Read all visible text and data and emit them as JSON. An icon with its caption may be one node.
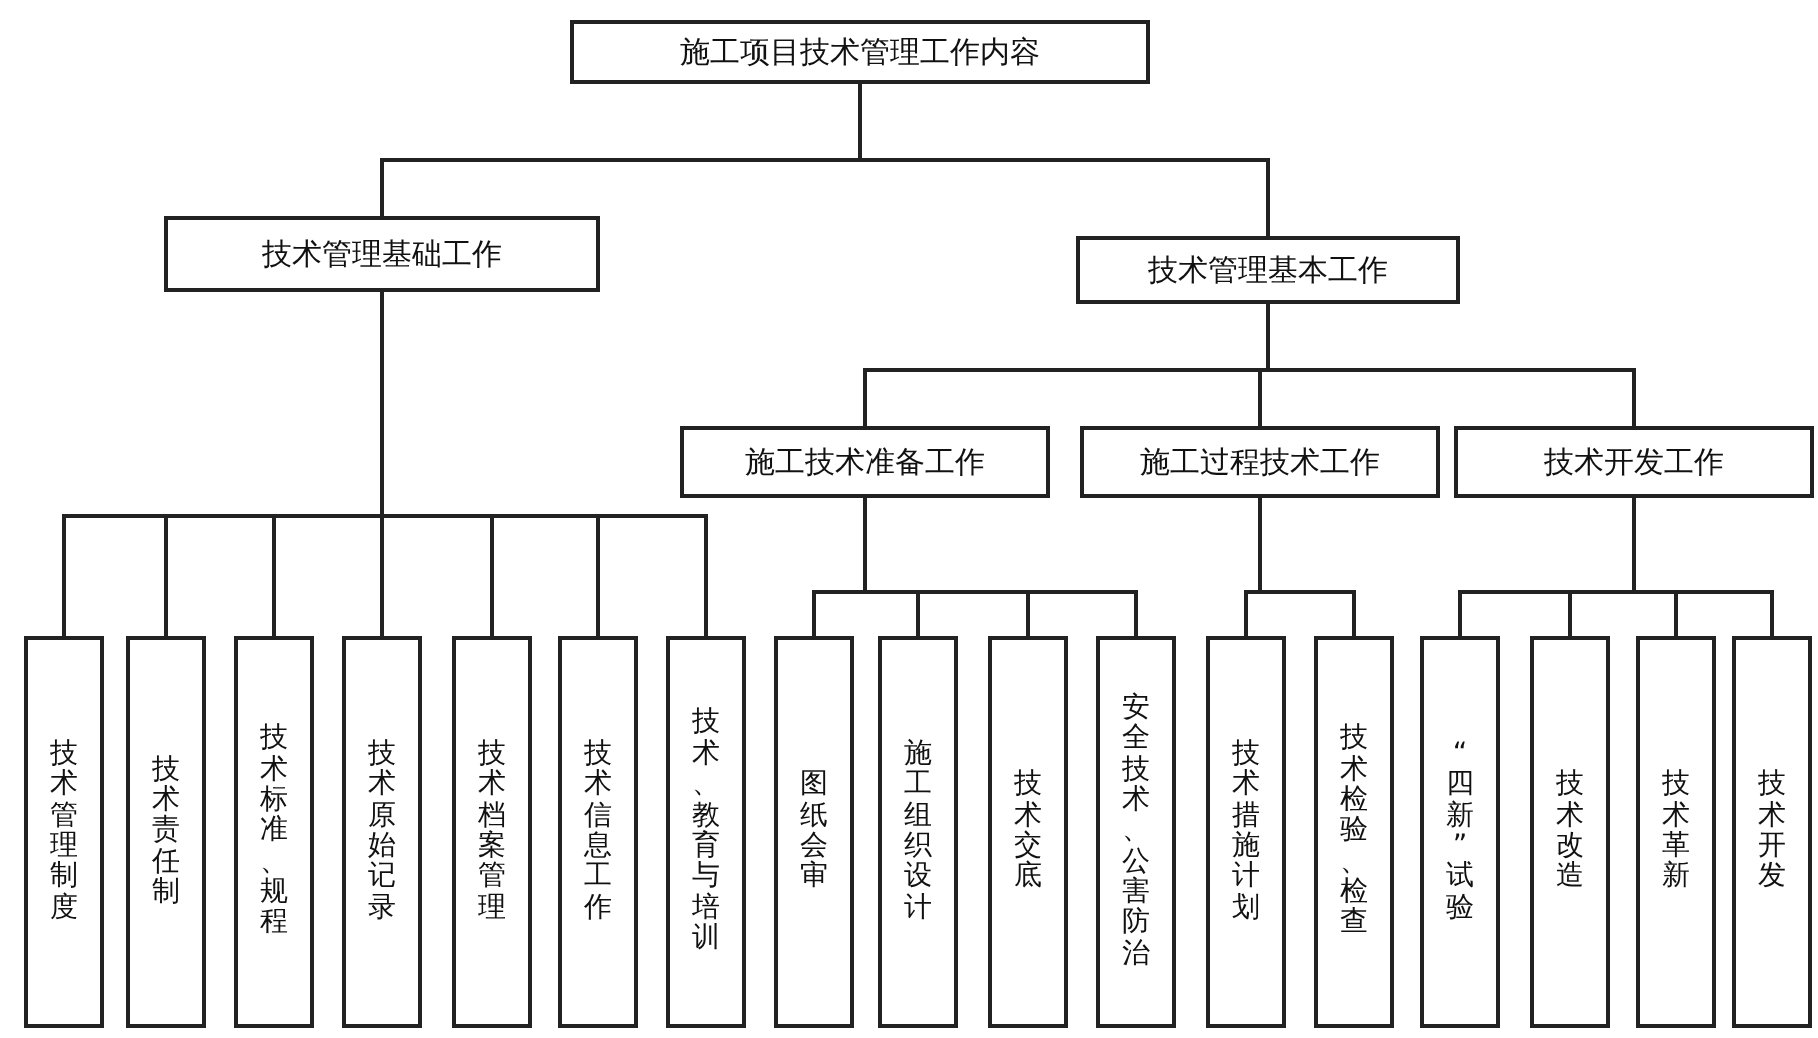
{
  "diagram": {
    "nodes": [
      {
        "text": [
          "施工项目技术管理工作内容"
        ]
      },
      {
        "text": [
          "技术管理基础工作"
        ]
      },
      {
        "text": [
          "技术管理基本工作"
        ]
      },
      {
        "text": [
          "施工技术准备工作"
        ]
      },
      {
        "text": [
          "施工过程技术工作"
        ]
      },
      {
        "text": [
          "技术开发工作"
        ]
      },
      {
        "text": [
          "技术管理制度"
        ]
      },
      {
        "text": [
          "技术责任制"
        ]
      },
      {
        "text": [
          "技术标准、规程"
        ]
      },
      {
        "text": [
          "技术原始记录"
        ]
      },
      {
        "text": [
          "技术档案管理"
        ]
      },
      {
        "text": [
          "技术信息工作"
        ]
      },
      {
        "text": [
          "技术、教育与培训"
        ]
      },
      {
        "text": [
          "图纸会审"
        ]
      },
      {
        "text": [
          "施工组织设计"
        ]
      },
      {
        "text": [
          "技术交底"
        ]
      },
      {
        "text": [
          "安全技术、公害防治"
        ]
      },
      {
        "text": [
          "技术措施计划"
        ]
      },
      {
        "text": [
          "技术检验、检查"
        ]
      },
      {
        "text": [
          "“四新”试验"
        ]
      },
      {
        "text": [
          "技术改造"
        ]
      },
      {
        "text": [
          "技术革新"
        ]
      },
      {
        "text": [
          "技术开发"
        ]
      }
    ],
    "edges": [
      {
        "from": 0,
        "to": 1,
        "arrow": "none"
      },
      {
        "from": 0,
        "to": 2,
        "arrow": "none"
      },
      {
        "from": 2,
        "to": 3,
        "arrow": "none"
      },
      {
        "from": 2,
        "to": 4,
        "arrow": "none"
      },
      {
        "from": 2,
        "to": 5,
        "arrow": "none"
      },
      {
        "from": 1,
        "to": 6,
        "arrow": "none"
      },
      {
        "from": 1,
        "to": 7,
        "arrow": "none"
      },
      {
        "from": 1,
        "to": 8,
        "arrow": "none"
      },
      {
        "from": 1,
        "to": 9,
        "arrow": "none"
      },
      {
        "from": 1,
        "to": 10,
        "arrow": "none"
      },
      {
        "from": 1,
        "to": 11,
        "arrow": "none"
      },
      {
        "from": 1,
        "to": 12,
        "arrow": "none"
      },
      {
        "from": 3,
        "to": 13,
        "arrow": "none"
      },
      {
        "from": 3,
        "to": 14,
        "arrow": "none"
      },
      {
        "from": 3,
        "to": 15,
        "arrow": "none"
      },
      {
        "from": 3,
        "to": 16,
        "arrow": "none"
      },
      {
        "from": 4,
        "to": 17,
        "arrow": "none"
      },
      {
        "from": 4,
        "to": 18,
        "arrow": "none"
      },
      {
        "from": 5,
        "to": 19,
        "arrow": "none"
      },
      {
        "from": 5,
        "to": 20,
        "arrow": "none"
      },
      {
        "from": 5,
        "to": 21,
        "arrow": "none"
      },
      {
        "from": 5,
        "to": 22,
        "arrow": "none"
      }
    ]
  }
}
